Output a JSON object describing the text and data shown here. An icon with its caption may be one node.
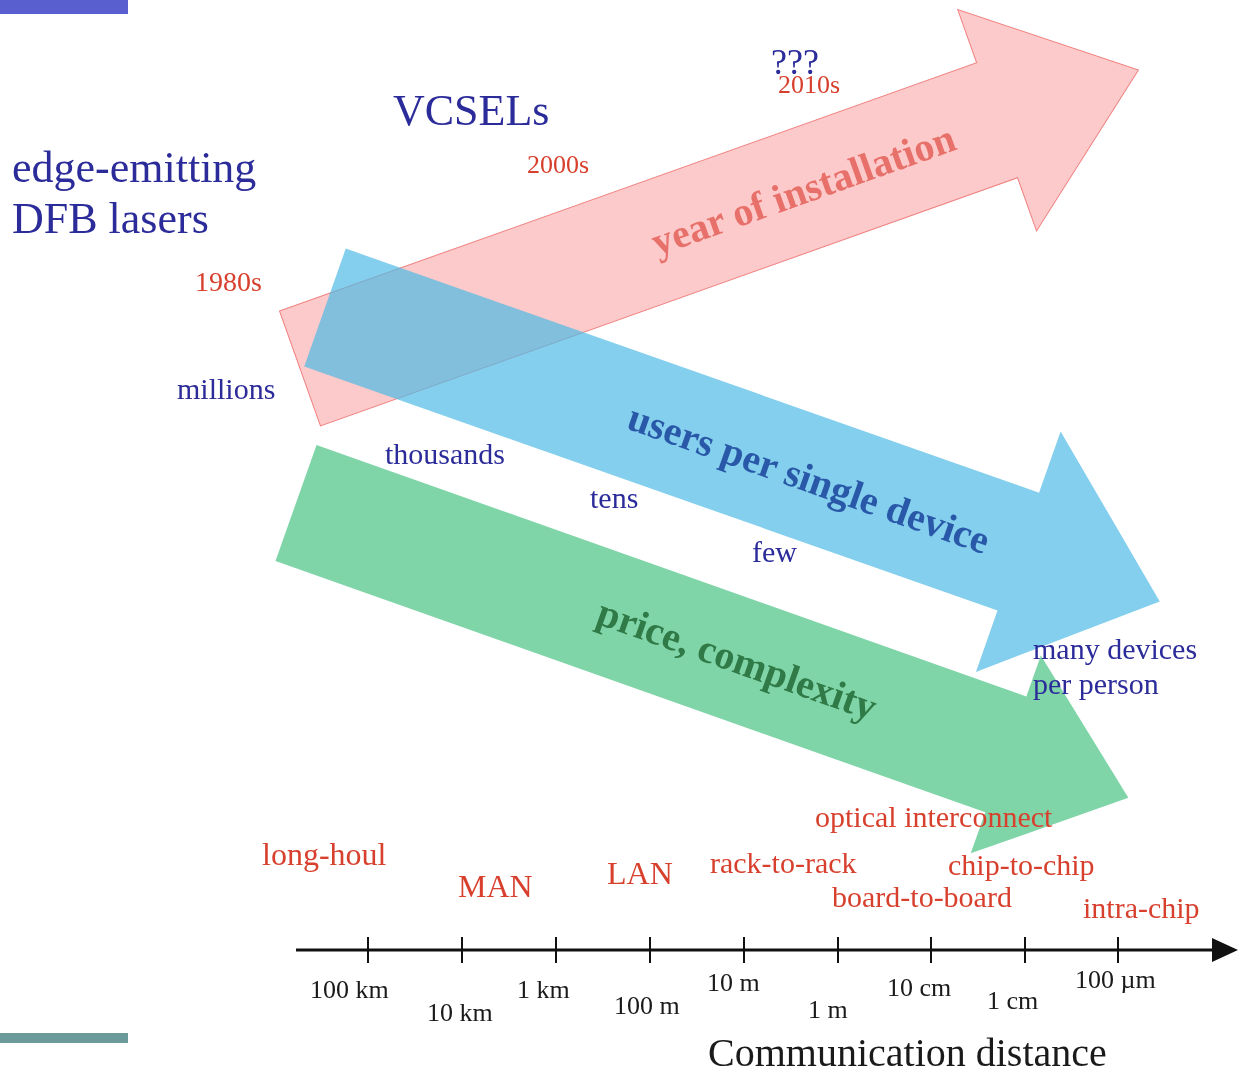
{
  "diagram": {
    "nodes": [
      {
        "text": [
          "year of installation"
        ]
      },
      {
        "text": [
          "users per single device"
        ]
      },
      {
        "text": [
          "price, complexity"
        ]
      }
    ],
    "labels": [
      "???",
      "2010s",
      "VCSELs",
      "2000s",
      "edge-emitting DFB lasers",
      "1980s",
      "millions",
      "thousands",
      "tens",
      "few",
      "many devices per person",
      "optical interconnect",
      "long-houl",
      "LAN",
      "rack-to-rack",
      "chip-to-chip",
      "MAN",
      "board-to-board",
      "intra-chip",
      "100 km",
      "1 km",
      "10 m",
      "10 cm",
      "100 µm",
      "10 km",
      "100 m",
      "1 m",
      "1 cm",
      "Communication distance"
    ]
  }
}
